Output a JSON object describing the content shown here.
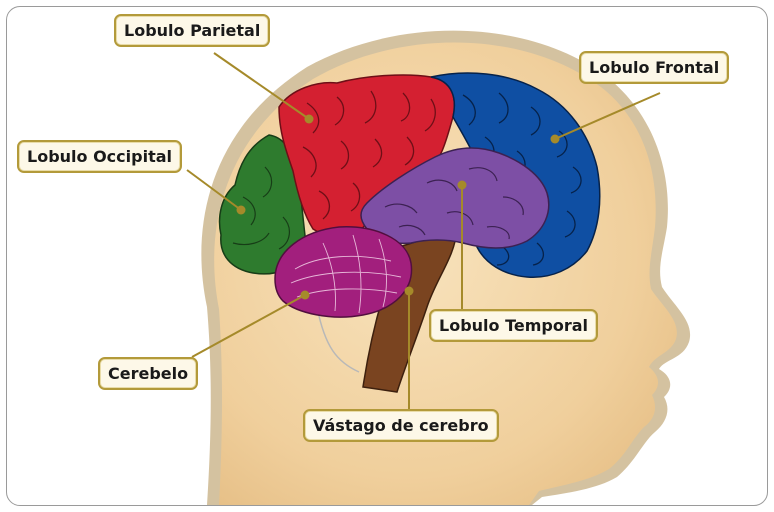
{
  "labels": {
    "parietal": "Lobulo Parietal",
    "frontal": "Lobulo Frontal",
    "occipital": "Lobulo Occipital",
    "temporal": "Lobulo Temporal",
    "cerebelo": "Cerebelo",
    "brainstem": "Vástago de cerebro"
  },
  "colors": {
    "skin": "#f3d7a8",
    "skin_rim": "#cdb78f",
    "parietal": "#d42031",
    "frontal": "#0f4fa3",
    "occipital": "#2e7b2e",
    "temporal": "#7d4fa5",
    "cerebelo": "#a21f7d",
    "brainstem": "#7a4420",
    "leader": "#a58a2a"
  }
}
